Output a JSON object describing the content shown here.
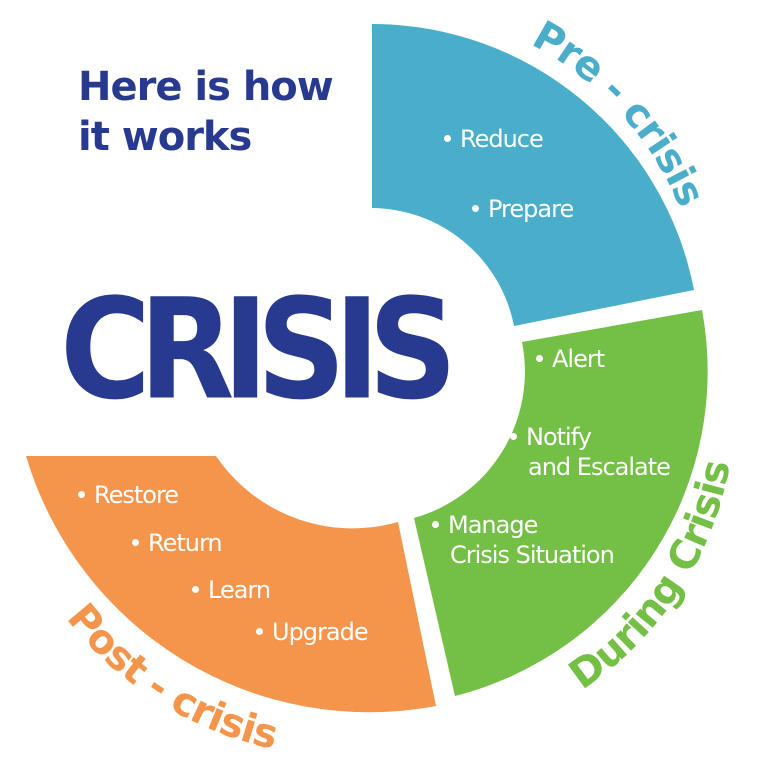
{
  "intro_line1": "Here is how",
  "intro_line2": "it works",
  "center_title": "CRISIS",
  "colors": {
    "navy": "#283a8f",
    "pre": "#4aaecb",
    "during": "#74bf45",
    "post": "#f5954b"
  },
  "segments": {
    "pre": {
      "label": "Pre - crisis",
      "items": [
        "Reduce",
        "Prepare"
      ]
    },
    "during": {
      "label": "During Crisis",
      "items": [
        "Alert",
        "Notify",
        "and Escalate",
        "Manage",
        "Crisis Situation"
      ]
    },
    "post": {
      "label": "Post - crisis",
      "items": [
        "Restore",
        "Return",
        "Learn",
        "Upgrade"
      ]
    }
  }
}
